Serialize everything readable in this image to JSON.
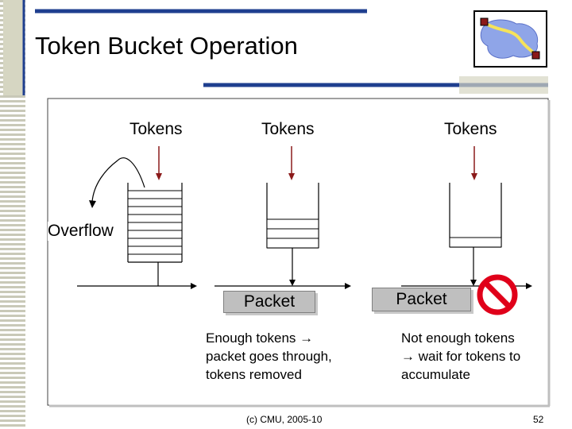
{
  "slide": {
    "title": "Token Bucket Operation",
    "footer_left": "(c) CMU, 2005-10",
    "page_number": "52"
  },
  "diagram": {
    "token_labels": [
      "Tokens",
      "Tokens",
      "Tokens"
    ],
    "overflow_label": "Overflow",
    "packet_labels": [
      "Packet",
      "Packet"
    ],
    "caption_enough": [
      "Enough tokens →",
      "packet goes through,",
      "tokens removed"
    ],
    "caption_not_enough": [
      "Not enough tokens",
      "→ wait for tokens to",
      "accumulate"
    ]
  },
  "icons": {
    "logo": "network-path-icon",
    "blocked": "no-entry-icon"
  },
  "colors": {
    "frame_blue": "#1f3f8f",
    "arrow_red": "#8b1a1a",
    "no_sign_red": "#e0001a",
    "stripe_gray": "#c9c9b8"
  }
}
